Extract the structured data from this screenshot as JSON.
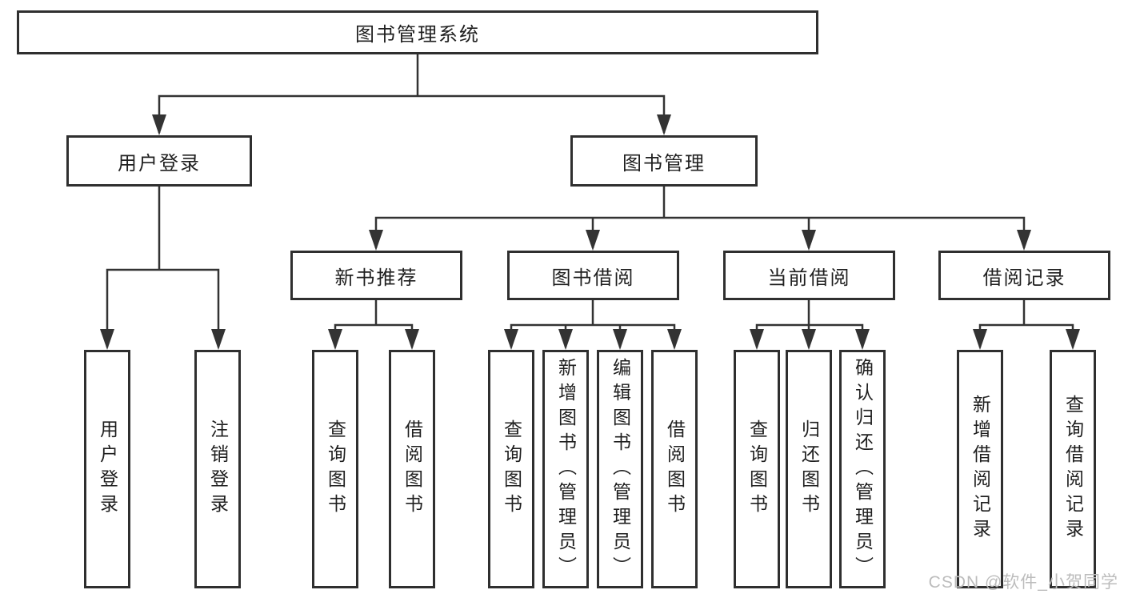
{
  "nodes": {
    "root": "图书管理系统",
    "user_login": "用户登录",
    "book_management": "图书管理",
    "new_book_recommend": "新书推荐",
    "book_borrowing": "图书借阅",
    "current_borrowing": "当前借阅",
    "borrowing_records": "借阅记录"
  },
  "leaves": {
    "user_login": [
      "用户登录",
      "注销登录"
    ],
    "new_book_recommend": [
      "查询图书",
      "借阅图书"
    ],
    "book_borrowing": [
      "查询图书",
      "新增图书（管理员）",
      "编辑图书（管理员）",
      "借阅图书"
    ],
    "current_borrowing": [
      "查询图书",
      "归还图书",
      "确认归还（管理员）"
    ],
    "borrowing_records": [
      "新增借阅记录",
      "查询借阅记录"
    ]
  },
  "watermark": "CSDN @软件_小贺同学",
  "colors": {
    "line": "#333333",
    "border": "#2f2f2f",
    "text": "#1f1f1f",
    "watermark": "#bcbcbc",
    "background": "#ffffff"
  }
}
